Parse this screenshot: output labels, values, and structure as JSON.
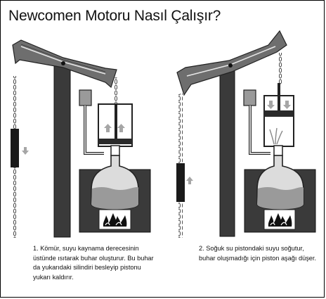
{
  "title": "Newcomen Motoru Nasıl Çalışır?",
  "captions": [
    {
      "step": 1,
      "lines": [
        "1. Kömür, suyu kaynama derecesinin",
        "üstünde ısıtarak buhar oluşturur. Bu buhar",
        "da yukarıdaki silindiri besleyip pistonu",
        "yukarı kaldırır."
      ]
    },
    {
      "step": 2,
      "lines": [
        "2. Soğuk su pistondaki suyu soğutur,",
        "buhar oluşmadığı için piston aşağı düşer."
      ]
    }
  ],
  "colors": {
    "beam": "#6e6e6e",
    "beam_edge": "#222222",
    "post": "#3a3a3a",
    "boiler_frame": "#333333",
    "boiler_water": "#9a9a9a",
    "boiler_steam": "#dcdcdc",
    "arrow": "#a6a6a6",
    "piston": "#2a2a2a"
  },
  "icons": [
    "fire-icon",
    "arrow-up-icon",
    "arrow-down-icon"
  ]
}
